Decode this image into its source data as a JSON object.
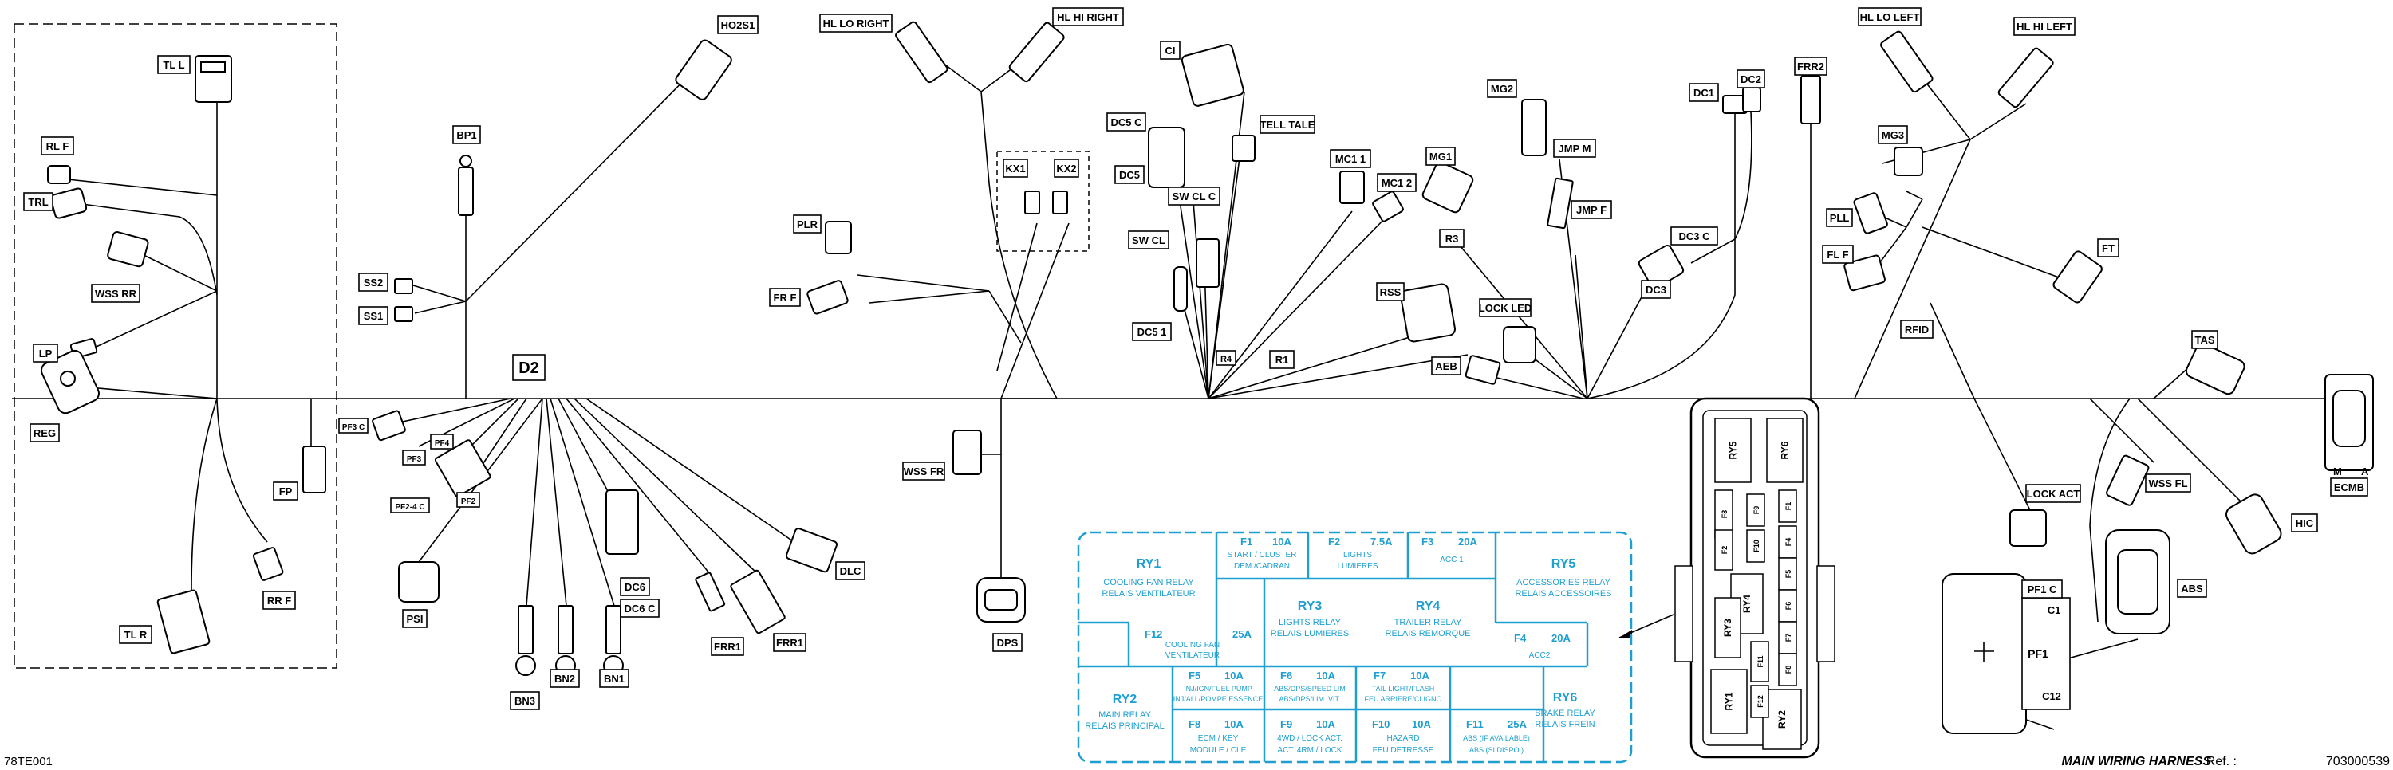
{
  "document": {
    "figure_code": "78TE001",
    "title": "MAIN  WIRING HARNESS",
    "ref_label": "Ref. :",
    "ref_number": "703000539"
  },
  "labels": {
    "tl_l": "TL L",
    "rl_f": "RL F",
    "trl": "TRL",
    "wss_rr": "WSS RR",
    "lp": "LP",
    "reg": "REG",
    "fp": "FP",
    "rr_f": "RR F",
    "tl_r": "TL R",
    "bp1": "BP1",
    "ho2s1": "HO2S1",
    "ss2": "SS2",
    "ss1": "SS1",
    "d2": "D2",
    "pf3c": "PF3 C",
    "pf3": "PF3",
    "pf4": "PF4",
    "pf2c": "PF2-4 C",
    "pf2": "PF2",
    "psi": "PSI",
    "bn3": "BN3",
    "bn2": "BN2",
    "bn1": "BN1",
    "dc6": "DC6",
    "dc6c": "DC6 C",
    "frr1a": "FRR1",
    "frr1b": "FRR1",
    "dlc": "DLC",
    "hl_lo_right": "HL  LO RIGHT",
    "hl_hi_right": "HL  HI RIGHT",
    "plr": "PLR",
    "fr_f": "FR F",
    "kx1": "KX1",
    "kx2": "KX2",
    "wss_fr": "WSS FR",
    "dps": "DPS",
    "ci": "CI",
    "dc5c": "DC5 C",
    "dc5": "DC5",
    "tell_tale": "TELL TALE",
    "sw_cl_c": "SW CL C",
    "sw_cl": "SW CL",
    "dc5_1": "DC5 1",
    "r4": "R4",
    "r1": "R1",
    "mc1_1": "MC1 1",
    "mc1_2": "MC1 2",
    "mg1": "MG1",
    "mg2": "MG2",
    "jmp_m": "JMP M",
    "jmp_f": "JMP F",
    "r3": "R3",
    "rss": "RSS",
    "lock_led": "LOCK LED",
    "aeb": "AEB",
    "dc1": "DC1",
    "dc2": "DC2",
    "dc3c": "DC3  C",
    "dc3": "DC3",
    "frr2": "FRR2",
    "hl_lo_left": "HL LO LEFT",
    "hl_hi_left": "HL HI LEFT",
    "mg3": "MG3",
    "pll": "PLL",
    "fl_f": "FL F",
    "ft": "FT",
    "rfid": "RFID",
    "tas": "TAS",
    "m": "M",
    "a": "A",
    "ecmb": "ECMB",
    "lock_act": "LOCK ACT",
    "wss_fl": "WSS FL",
    "hic": "HIC",
    "abs": "ABS",
    "pf1c": "PF1 C",
    "c1": "C1",
    "pf1": "PF1",
    "c12": "C12"
  },
  "fusebox": {
    "ry1": {
      "id": "RY1",
      "line1": "COOLING FAN RELAY",
      "line2": "RELAIS VENTILATEUR"
    },
    "f1": {
      "id": "F1",
      "amp": "10A",
      "line1": "START / CLUSTER",
      "line2": "DEM./CADRAN"
    },
    "f2": {
      "id": "F2",
      "amp": "7.5A",
      "line1": "LIGHTS",
      "line2": "LUMIERES"
    },
    "f3": {
      "id": "F3",
      "amp": "20A",
      "line1": "ACC 1"
    },
    "ry5": {
      "id": "RY5",
      "line1": "ACCESSORIES RELAY",
      "line2": "RELAIS ACCESSOIRES"
    },
    "f12": {
      "id": "F12",
      "amp": "25A",
      "line1": "COOLING FAN",
      "line2": "VENTILATEUR"
    },
    "ry3": {
      "id": "RY3",
      "line1": "LIGHTS RELAY",
      "line2": "RELAIS LUMIERES"
    },
    "ry4": {
      "id": "RY4",
      "line1": "TRAILER RELAY",
      "line2": "RELAIS REMORQUE"
    },
    "f4": {
      "id": "F4",
      "amp": "20A",
      "line1": "ACC2"
    },
    "ry2": {
      "id": "RY2",
      "line1": "MAIN RELAY",
      "line2": "RELAIS PRINCIPAL"
    },
    "f5": {
      "id": "F5",
      "amp": "10A",
      "line1": "INJ/IGN/FUEL PUMP",
      "line2": "INJ/ALL/POMPE ESSENCE"
    },
    "f6": {
      "id": "F6",
      "amp": "10A",
      "line1": "ABS/DPS/SPEED LIM",
      "line2": "ABS/DPS/LIM. VIT."
    },
    "f7": {
      "id": "F7",
      "amp": "10A",
      "line1": "TAIL LIGHT/FLASH",
      "line2": "FEU ARRIERE/CLIGNO"
    },
    "ry6": {
      "id": "RY6",
      "line1": "BRAKE RELAY",
      "line2": "RELAIS FREIN"
    },
    "f8": {
      "id": "F8",
      "amp": "10A",
      "line1": "ECM / KEY",
      "line2": "MODULE / CLE"
    },
    "f9": {
      "id": "F9",
      "amp": "10A",
      "line1": "4WD / LOCK ACT.",
      "line2": "ACT. 4RM / LOCK"
    },
    "f10": {
      "id": "F10",
      "amp": "10A",
      "line1": "HAZARD",
      "line2": "FEU DETRESSE"
    },
    "f11": {
      "id": "F11",
      "amp": "25A",
      "line1": "ABS (IF AVAILABLE)",
      "line2": "ABS (SI DISPO.)"
    }
  },
  "physical_fusebox": {
    "slots": [
      "RY5",
      "RY6",
      "RY4",
      "RY3",
      "RY1",
      "RY2",
      "F3",
      "F2",
      "F1",
      "F4",
      "F5",
      "F6",
      "F7",
      "F8",
      "F9",
      "F10",
      "F11",
      "F12"
    ]
  }
}
